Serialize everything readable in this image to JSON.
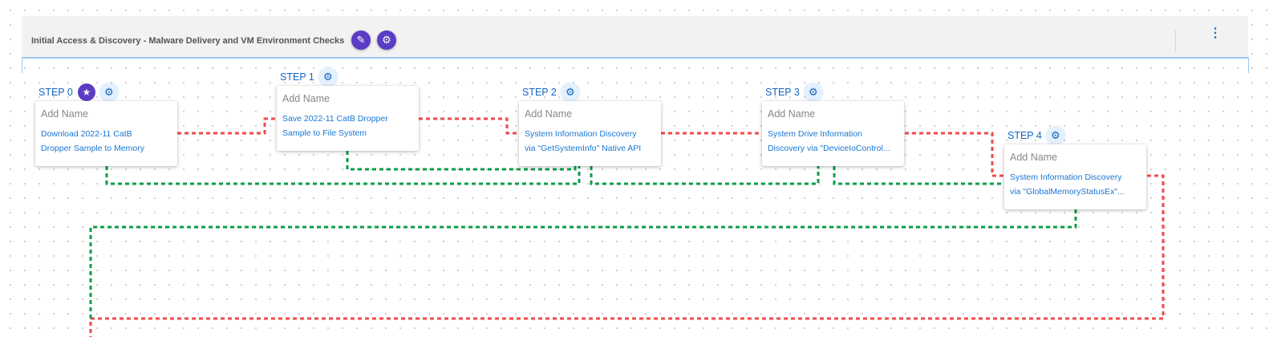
{
  "header": {
    "title": "Initial Access & Discovery - Malware Delivery and VM Environment Checks",
    "edit_icon": "pencil-icon",
    "settings_icon": "gears-icon",
    "menu_icon": "kebab-icon"
  },
  "steps": [
    {
      "label": "STEP 0",
      "name_placeholder": "Add Name",
      "desc1": "Download 2022-11 CatB",
      "desc2": "Dropper Sample to Memory"
    },
    {
      "label": "STEP 1",
      "name_placeholder": "Add Name",
      "desc1": "Save 2022-11 CatB Dropper",
      "desc2": "Sample to File System"
    },
    {
      "label": "STEP 2",
      "name_placeholder": "Add Name",
      "desc1": "System Information Discovery",
      "desc2": "via \"GetSystemInfo\" Native API"
    },
    {
      "label": "STEP 3",
      "name_placeholder": "Add Name",
      "desc1": "System Drive Information",
      "desc2": "Discovery via \"DeviceIoControl..."
    },
    {
      "label": "STEP 4",
      "name_placeholder": "Add Name",
      "desc1": "System Information Discovery",
      "desc2": "via \"GlobalMemoryStatusEx\"..."
    }
  ],
  "colors": {
    "success_link": "#0a9d4a",
    "failure_link": "#f04a4a",
    "accent": "#5b3cc4",
    "link": "#1976d2"
  }
}
